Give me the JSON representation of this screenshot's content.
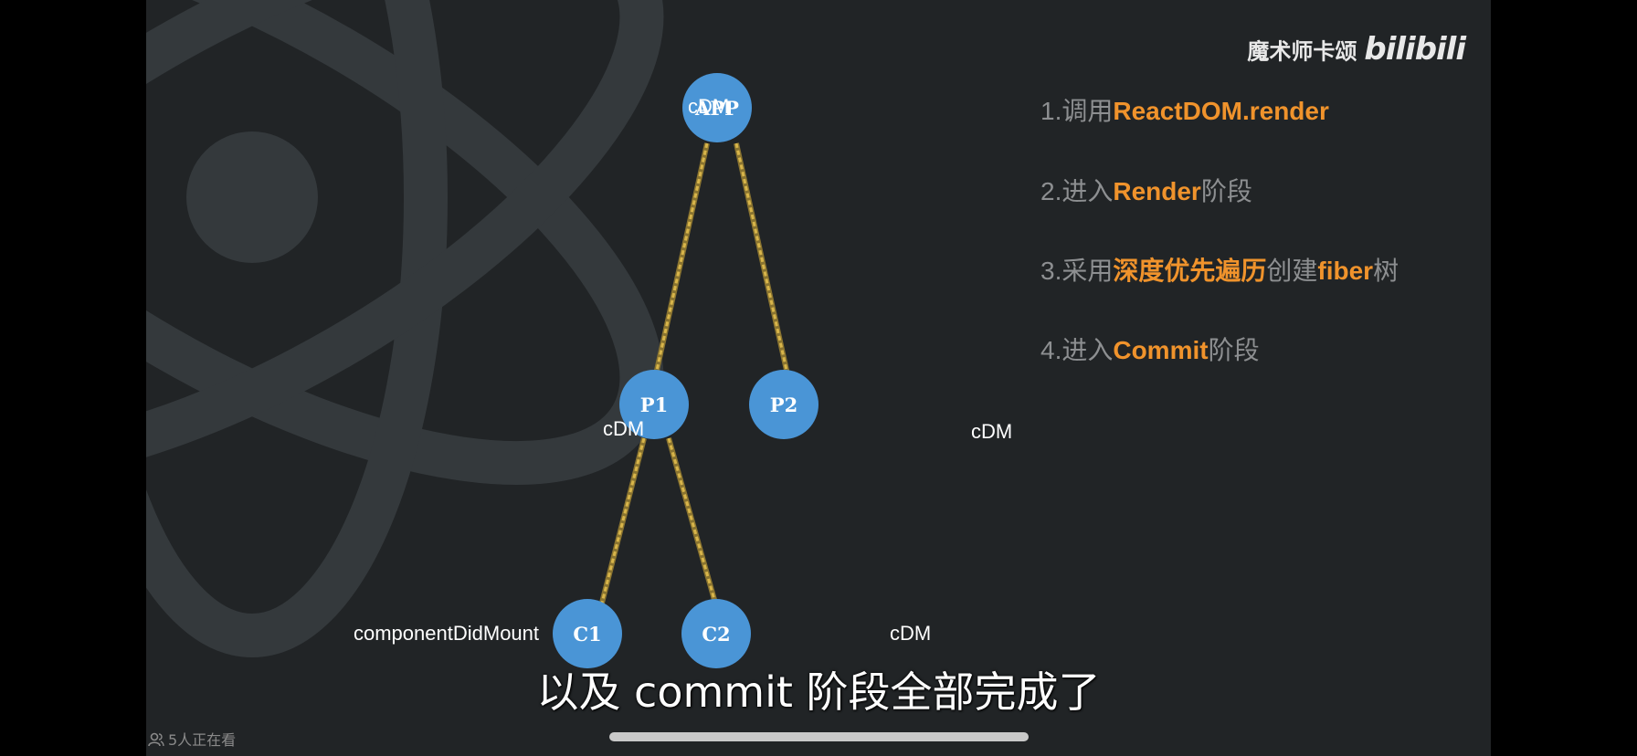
{
  "watermark": {
    "author": "魔术师卡颂",
    "logo": "bilibili"
  },
  "tree": {
    "nodes": {
      "app": "APP",
      "p1": "P1",
      "p2": "P2",
      "c1": "C1",
      "c2": "C2"
    },
    "labels": {
      "app": "cDM",
      "p1": "cDM",
      "p2": "cDM",
      "c1": "componentDidMount",
      "c2": "cDM"
    }
  },
  "steps": [
    {
      "prefix": "1.调用",
      "highlight": "ReactDOM.render",
      "suffix": ""
    },
    {
      "prefix": "2.进入",
      "highlight": "Render",
      "suffix": "阶段"
    },
    {
      "prefix": "3.采用",
      "highlight": "深度优先遍历",
      "suffix": "创建",
      "highlight2": "fiber",
      "suffix2": "树"
    },
    {
      "prefix": "4.进入",
      "highlight": "Commit",
      "suffix": "阶段"
    }
  ],
  "subtitle": "以及 commit 阶段全部完成了",
  "viewers": "5人正在看",
  "colors": {
    "slide_bg": "#212426",
    "logo": "#34393c",
    "node_fill": "#4a95d6",
    "edge": "#d8b54a",
    "highlight": "#f0932c",
    "step_text": "#8d8f91"
  },
  "icons": {
    "viewers": "people-icon"
  },
  "playback": {
    "progress": 1.0
  }
}
